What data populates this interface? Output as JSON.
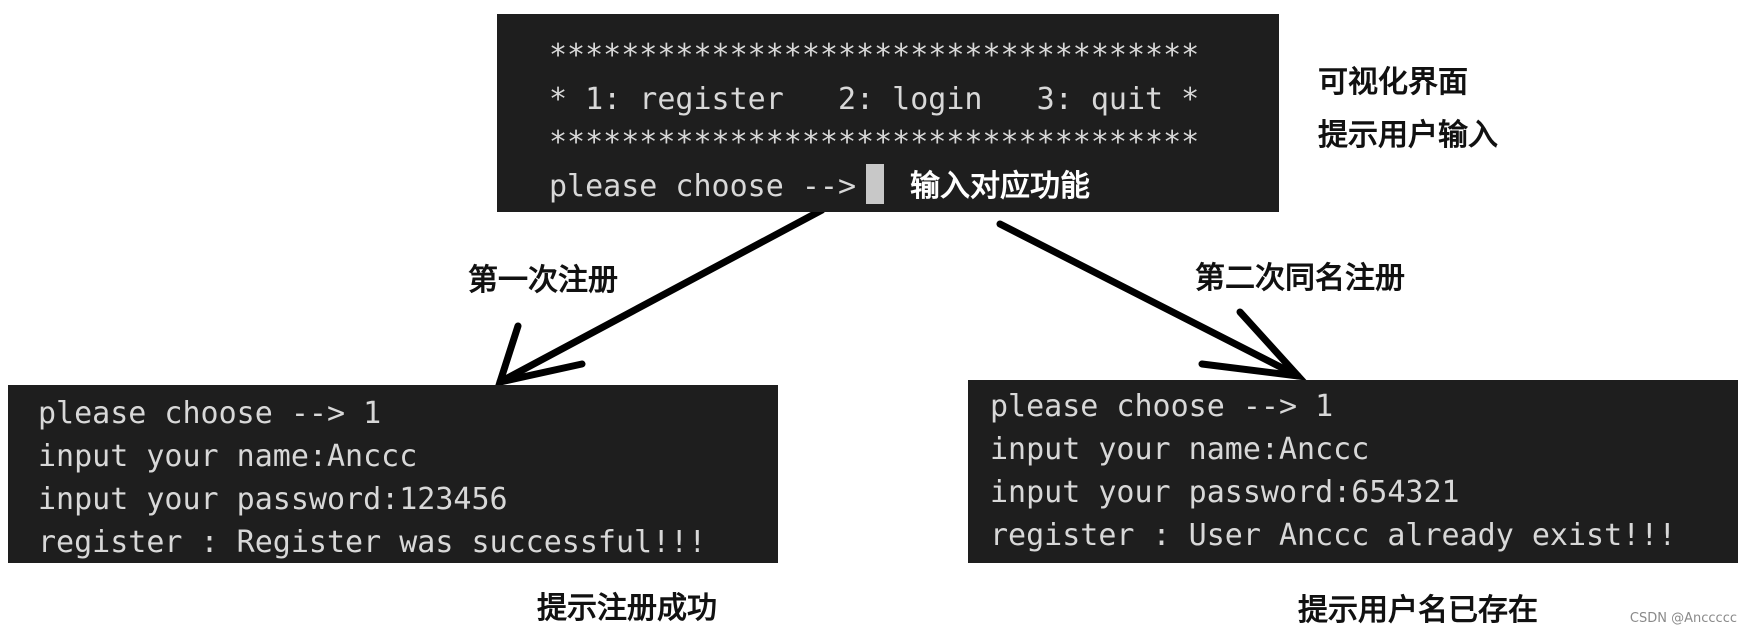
{
  "menu_terminal": {
    "lines": [
      "************************************",
      "* 1: register   2: login   3: quit *",
      "************************************"
    ],
    "prompt": "please choose -->",
    "inline_note": "输入对应功能"
  },
  "captions": {
    "visual_ui": "可视化界面",
    "prompt_user": "提示用户输入",
    "first_register": "第一次注册",
    "second_register": "第二次同名注册",
    "register_success": "提示注册成功",
    "username_exists": "提示用户名已存在"
  },
  "left_terminal": {
    "lines": [
      "please choose --> 1",
      "input your name:Anccc",
      "input your password:123456",
      "register : Register was successful!!!"
    ]
  },
  "right_terminal": {
    "lines": [
      "please choose --> 1",
      "input your name:Anccc",
      "input your password:654321",
      "register : User Anccc already exist!!!"
    ]
  },
  "watermark": "CSDN @Anccccc"
}
